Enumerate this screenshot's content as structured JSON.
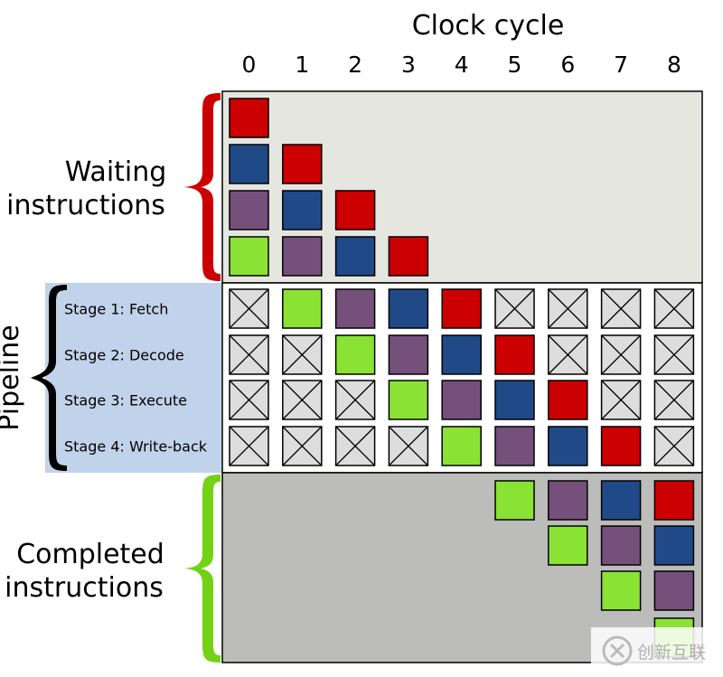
{
  "title": "Clock cycle",
  "cycles": [
    "0",
    "1",
    "2",
    "3",
    "4",
    "5",
    "6",
    "7",
    "8"
  ],
  "sections": {
    "waiting": {
      "label_lines": [
        "Waiting",
        "instructions"
      ]
    },
    "pipeline": {
      "label": "Pipeline",
      "stages": [
        "Stage 1: Fetch",
        "Stage 2: Decode",
        "Stage 3: Execute",
        "Stage 4: Write-back"
      ]
    },
    "completed": {
      "label_lines": [
        "Completed",
        "instructions"
      ]
    }
  },
  "colors": {
    "red": "#cc0000",
    "blue": "#204a87",
    "purple": "#75507b",
    "green": "#8ae234",
    "empty": "#dddddd",
    "waiting_bg": "#e6e6e1",
    "pipeline_bg": "#ffffff",
    "completed_bg": "#bcbdba",
    "stage_label_bg": "#c1d3ea",
    "waiting_brace": "#cc0000",
    "pipeline_brace": "#000000",
    "completed_brace": "#73d216"
  },
  "grid": {
    "waiting": [
      [
        "red",
        null,
        null,
        null,
        null,
        null,
        null,
        null,
        null
      ],
      [
        "blue",
        "red",
        null,
        null,
        null,
        null,
        null,
        null,
        null
      ],
      [
        "purple",
        "blue",
        "red",
        null,
        null,
        null,
        null,
        null,
        null
      ],
      [
        "green",
        "purple",
        "blue",
        "red",
        null,
        null,
        null,
        null,
        null
      ]
    ],
    "pipeline": [
      [
        "empty",
        "green",
        "purple",
        "blue",
        "red",
        "empty",
        "empty",
        "empty",
        "empty"
      ],
      [
        "empty",
        "empty",
        "green",
        "purple",
        "blue",
        "red",
        "empty",
        "empty",
        "empty"
      ],
      [
        "empty",
        "empty",
        "empty",
        "green",
        "purple",
        "blue",
        "red",
        "empty",
        "empty"
      ],
      [
        "empty",
        "empty",
        "empty",
        "empty",
        "green",
        "purple",
        "blue",
        "red",
        "empty"
      ]
    ],
    "completed": [
      [
        null,
        null,
        null,
        null,
        null,
        "green",
        "purple",
        "blue",
        "red"
      ],
      [
        null,
        null,
        null,
        null,
        null,
        null,
        "green",
        "purple",
        "blue"
      ],
      [
        null,
        null,
        null,
        null,
        null,
        null,
        null,
        "green",
        "purple"
      ],
      [
        null,
        null,
        null,
        null,
        null,
        null,
        null,
        null,
        "green"
      ]
    ]
  },
  "watermark": "创新互联"
}
